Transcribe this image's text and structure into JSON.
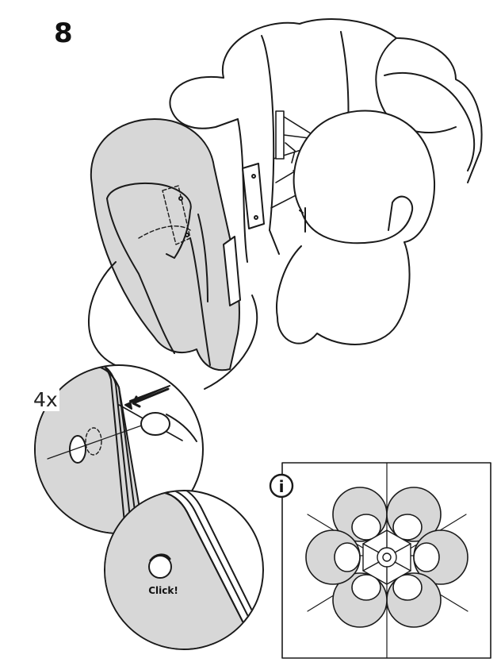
{
  "step_number": "8",
  "quantity_label": "4x",
  "click_label": "Click!",
  "info_symbol": "i",
  "colors": {
    "shade_fill": "#d7d7d7",
    "line": "#1a1a1a",
    "background": "#ffffff"
  }
}
